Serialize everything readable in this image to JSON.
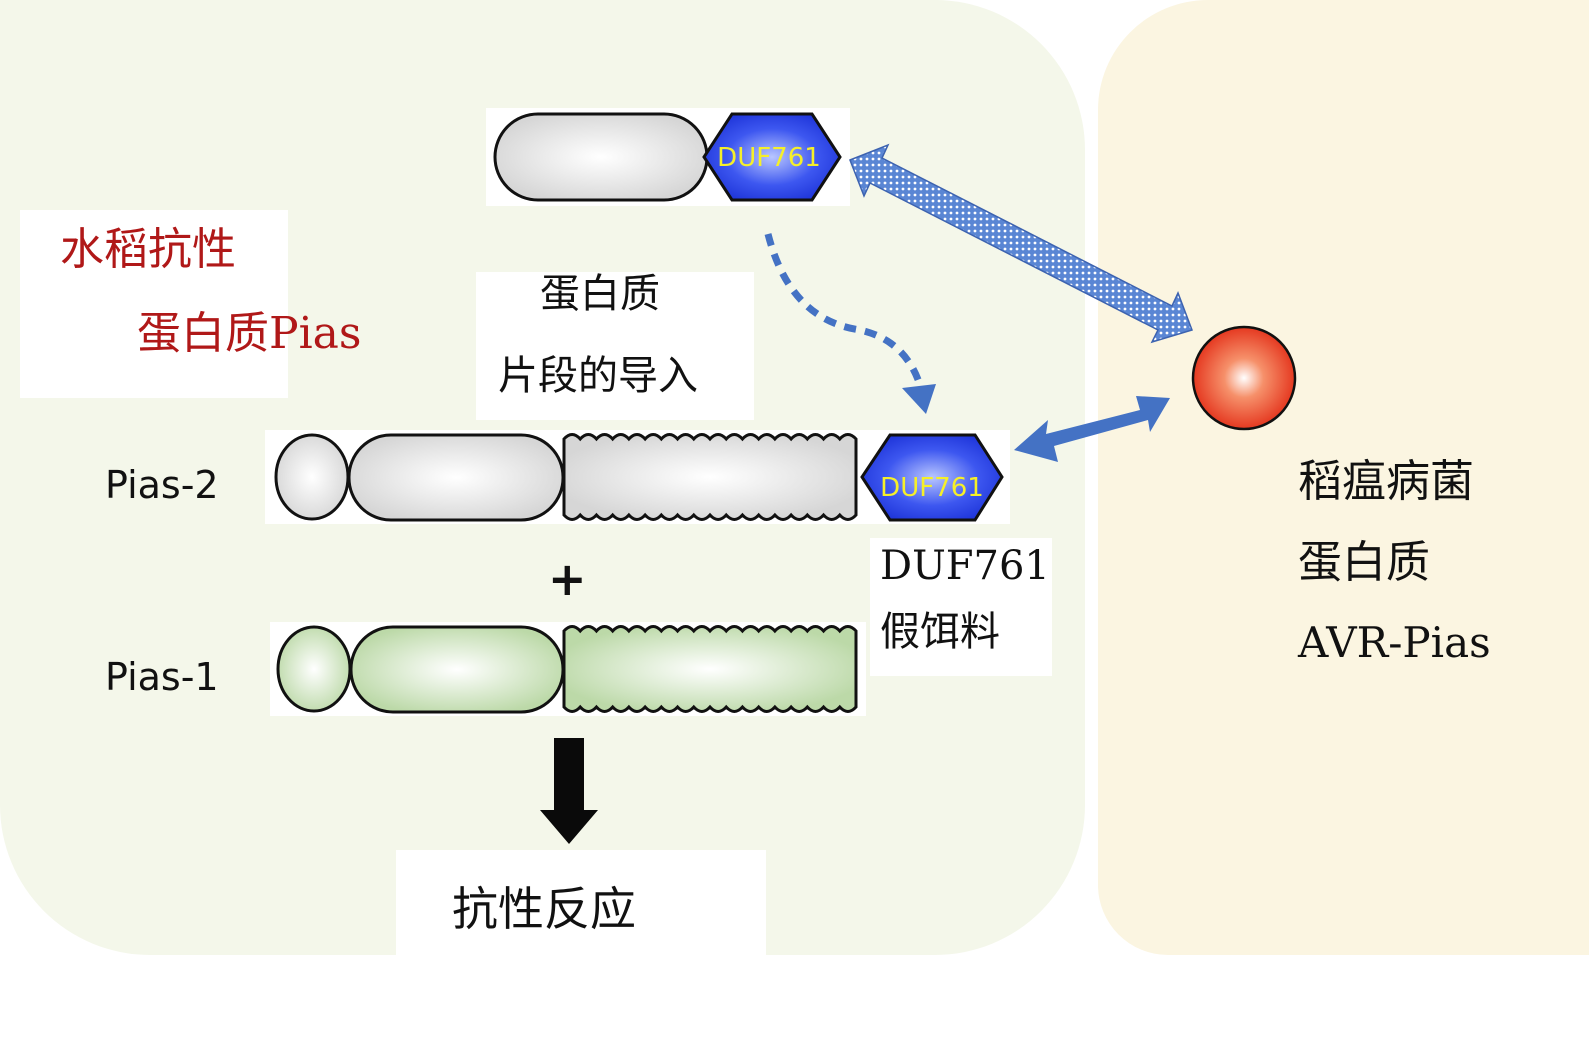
{
  "title": {
    "line1": "水稻抗性",
    "line2": "蛋白质Pias"
  },
  "import_label": {
    "line1": "蛋白质",
    "line2": "片段的导入"
  },
  "constructs": {
    "pias2_label": "Pias-2",
    "pias1_label": "Pias-1",
    "plus": "+",
    "domain_top": "DUF761",
    "domain_pias2": "DUF761"
  },
  "decoy_label": {
    "line1": "DUF761",
    "line2": "假饵料"
  },
  "result_label": "抗性反应",
  "pathogen": {
    "line1": "稻瘟病菌",
    "line2": "蛋白质",
    "line3": "AVR-Pias"
  },
  "colors": {
    "left_panel": "#f4f7ea",
    "right_panel": "#fbf5e1",
    "title_red": "#b01818",
    "domain_blue": "#1e3fe0",
    "domain_text": "#f5ef2a",
    "arrow_blue": "#4472c4",
    "pathogen_red": "#e8321e",
    "pias1_green": "#cfe3c2"
  }
}
